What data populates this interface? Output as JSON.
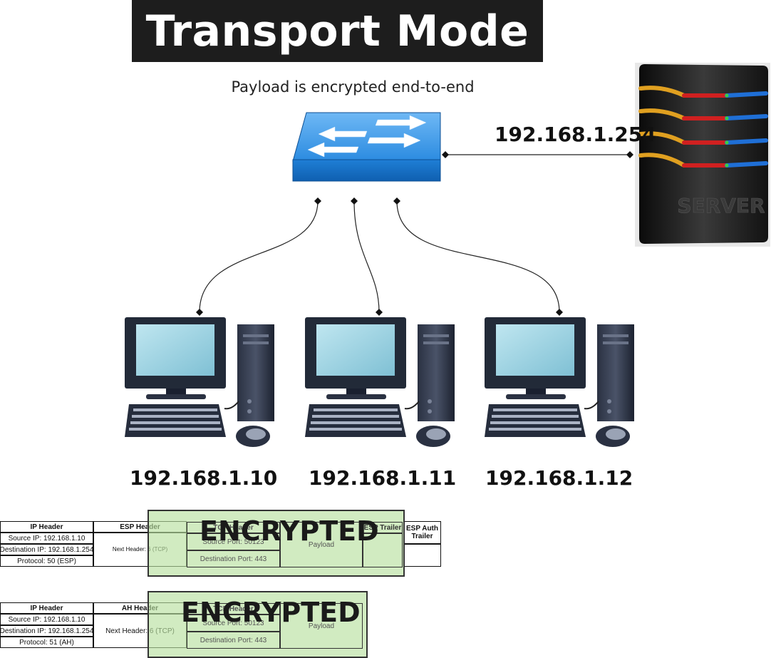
{
  "title": "Transport Mode",
  "subtitle": "Payload is encrypted end-to-end",
  "server": {
    "ip": "192.168.1.254",
    "icon": "server-icon",
    "label_on_case": "SERVER"
  },
  "switch": {
    "icon": "network-switch-icon"
  },
  "clients": [
    {
      "ip": "192.168.1.10",
      "icon": "desktop-computer-icon"
    },
    {
      "ip": "192.168.1.11",
      "icon": "desktop-computer-icon"
    },
    {
      "ip": "192.168.1.12",
      "icon": "desktop-computer-icon"
    }
  ],
  "esp_packet": {
    "ip_header": {
      "title": "IP Header",
      "source": "Source IP: 192.168.1.10",
      "destination": "Destination IP: 192.168.1.254",
      "protocol": "Protocol: 50 (ESP)"
    },
    "esp_header": {
      "title": "ESP Header",
      "next_header": "Next Header: 6 (TCP)"
    },
    "tcp_header": {
      "title": "TCP Header",
      "source_port": "Source Port: 50123",
      "destination_port": "Destination Port: 443"
    },
    "payload": "Payload",
    "esp_trailer": "ESP Trailer",
    "esp_auth_trailer": "ESP Auth Trailer",
    "encrypted_label": "ENCRYPTED"
  },
  "ah_packet": {
    "ip_header": {
      "title": "IP Header",
      "source": "Source IP: 192.168.1.10",
      "destination": "Destination IP: 192.168.1.254",
      "protocol": "Protocol: 51 (AH)"
    },
    "ah_header": {
      "title": "AH Header",
      "next_header": "Next Header: 6 (TCP)"
    },
    "tcp_header": {
      "title": "TCP Header",
      "source_port": "Source Port: 50123",
      "destination_port": "Destination Port: 443"
    },
    "payload": "Payload",
    "encrypted_label": "ENCRYPTED"
  },
  "colors": {
    "title_bg": "#1d1d1d",
    "encrypted_fill": "#b9e0a0",
    "switch_blue": "#1f7fd6"
  }
}
